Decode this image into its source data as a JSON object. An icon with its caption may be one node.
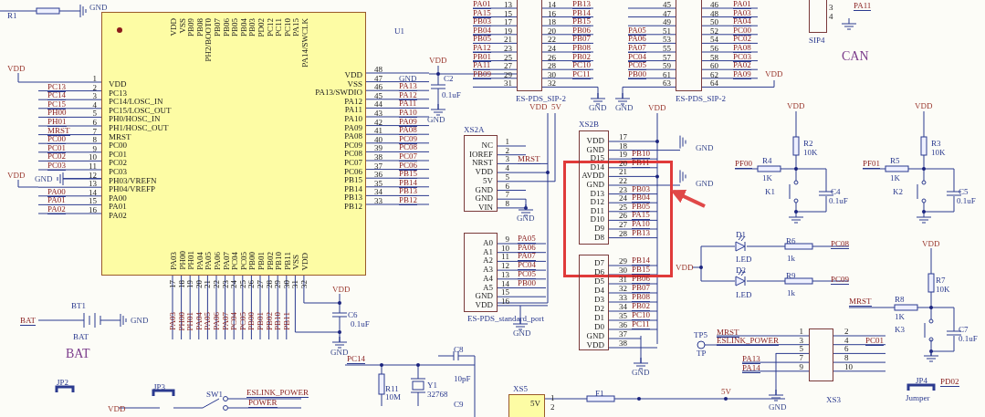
{
  "diagram": {
    "nodes": [
      {
        "text": [
          "VDD",
          "VSS",
          "PB09",
          "PB08",
          "PH2/BOOT0",
          "PB07",
          "PB06",
          "PB05",
          "PB04",
          "PB03",
          "PD02",
          "PC12",
          "PC11",
          "PC10",
          "PA15",
          "PA14/SWCLK",
          "VDD",
          "PC13",
          "PC14/LOSC_IN",
          "PC15/LOSC_OUT",
          "PH0/HOSC_IN",
          "PH1/HOSC_OUT",
          "MRST",
          "PC00",
          "PC01",
          "PC02",
          "PC03",
          "PH03/VREFN",
          "PH04/VREFP",
          "PA00",
          "PA01",
          "PA02",
          "VDD",
          "VSS",
          "PA13/SWDIO",
          "PA12",
          "PA11",
          "PA10",
          "PA09",
          "PA08",
          "PC09",
          "PC08",
          "PC07",
          "PC06",
          "PB15",
          "PB14",
          "PB13",
          "PB12",
          "PA03",
          "PH00",
          "PH01",
          "PA04",
          "PA05",
          "PA06",
          "PA07",
          "PC04",
          "PC05",
          "PB00",
          "PB01",
          "PB02",
          "PB10",
          "PB11",
          "VSS",
          "VDD"
        ]
      },
      {
        "text": [],
        "shape": "box"
      },
      {
        "text": [],
        "shape": "box"
      },
      {
        "text": [
          "NC",
          "IOREF",
          "NRST",
          "VDD",
          "5V",
          "GND",
          "GND",
          "VIN"
        ]
      },
      {
        "text": [
          "A0",
          "A1",
          "A2",
          "A3",
          "A4",
          "A5",
          "GND",
          "VDD"
        ]
      },
      {
        "text": [
          "VDD",
          "GND",
          "D15",
          "D14",
          "AVDD",
          "GND",
          "D13",
          "D12",
          "D11",
          "D10",
          "D9",
          "D8"
        ]
      },
      {
        "text": [
          "D7",
          "D6",
          "D5",
          "D4",
          "D3",
          "D2",
          "D1",
          "D0",
          "GND",
          "VDD"
        ]
      },
      {
        "text": [],
        "shape": "box"
      },
      {
        "text": [],
        "shape": "box"
      },
      {
        "text": [],
        "shape": "box"
      },
      {
        "text": [
          "5V"
        ]
      }
    ],
    "edges": [
      {
        "from": null,
        "to": 7,
        "arrow": "to"
      }
    ],
    "labels": [
      "R1",
      "GND",
      "U1",
      "VDD",
      "1",
      "2",
      "3",
      "4",
      "5",
      "6",
      "7",
      "8",
      "9",
      "10",
      "11",
      "12",
      "13",
      "14",
      "15",
      "16",
      "PC13",
      "PC14",
      "PC15",
      "PH00",
      "PH01",
      "MRST",
      "PC00",
      "PC01",
      "PC02",
      "PC03",
      "VDD",
      "GND",
      "PA00",
      "PA01",
      "PA02",
      "48",
      "47",
      "46",
      "45",
      "44",
      "43",
      "42",
      "41",
      "40",
      "39",
      "38",
      "37",
      "36",
      "35",
      "34",
      "33",
      "GND",
      "PA13",
      "PA12",
      "PA11",
      "PA10",
      "PA09",
      "PA08",
      "PC09",
      "PC08",
      "PC07",
      "PC06",
      "PB15",
      "PB14",
      "PB13",
      "PB12",
      "17",
      "18",
      "19",
      "20",
      "21",
      "22",
      "23",
      "24",
      "25",
      "26",
      "27",
      "28",
      "29",
      "30",
      "31",
      "32",
      "PA03",
      "PH00",
      "PH01",
      "PA04",
      "PA05",
      "PA06",
      "PA07",
      "PC04",
      "PC05",
      "PB00",
      "PB01",
      "PB02",
      "PB10",
      "PB11",
      "VDD",
      "C6",
      "0.1uF",
      "GND",
      "BT1",
      "BAT",
      "BAT",
      "GND",
      "BAT",
      "JP2",
      "JP3",
      "SW1",
      "ESLINK_POWER",
      "POWER",
      "VDD",
      "PC14",
      "R11",
      "10M",
      "Y1",
      "32768",
      "C8",
      "10pF",
      "C9",
      "PA01",
      "PA15",
      "PB03",
      "PB04",
      "PB05",
      "PA12",
      "PB01",
      "PA11",
      "PB09",
      "13",
      "15",
      "17",
      "19",
      "21",
      "23",
      "25",
      "27",
      "29",
      "31",
      "14",
      "16",
      "18",
      "20",
      "22",
      "24",
      "26",
      "28",
      "30",
      "32",
      "PB13",
      "PB14",
      "PB15",
      "PB06",
      "PB07",
      "PB08",
      "PB02",
      "PC10",
      "PC11",
      "ES-PDS_SIP-2",
      "PA05",
      "PA06",
      "PA07",
      "PC04",
      "PC05",
      "PB00",
      "45",
      "47",
      "49",
      "51",
      "53",
      "55",
      "57",
      "59",
      "61",
      "63",
      "46",
      "48",
      "50",
      "52",
      "54",
      "56",
      "58",
      "60",
      "62",
      "64",
      "PA01",
      "PA03",
      "PA04",
      "PC00",
      "PC02",
      "PA08",
      "PC03",
      "PA02",
      "PA09",
      "ES-PDS_SIP-2",
      "VDD",
      "VDD",
      "C2",
      "0.1uF",
      "GND",
      "VDD",
      "5V",
      "GND",
      "GND",
      "VDD",
      "XS2A",
      "1",
      "2",
      "3",
      "4",
      "5",
      "6",
      "7",
      "8",
      "MRST",
      "GND",
      "9",
      "10",
      "11",
      "12",
      "13",
      "14",
      "15",
      "16",
      "PA05",
      "PA06",
      "PA07",
      "PC04",
      "PC05",
      "PB00",
      "ES-PDS_standard_port",
      "GND",
      "XS2B",
      "17",
      "18",
      "19",
      "20",
      "21",
      "22",
      "23",
      "24",
      "25",
      "26",
      "27",
      "28",
      "PB10",
      "PB11",
      "PB03",
      "PB04",
      "PB05",
      "PA15",
      "PA10",
      "PB13",
      "29",
      "30",
      "31",
      "32",
      "33",
      "34",
      "35",
      "36",
      "37",
      "38",
      "PB14",
      "PB15",
      "PB06",
      "PB07",
      "PB08",
      "PB02",
      "PC10",
      "PC11",
      "GND",
      "GND",
      "GND",
      "SIP4",
      "3",
      "4",
      "PA11",
      "CAN",
      "VDD",
      "R2",
      "10K",
      "PF00",
      "R4",
      "1K",
      "K1",
      "C4",
      "0.1uF",
      "VDD",
      "R3",
      "10K",
      "PF01",
      "R5",
      "1K",
      "K2",
      "C5",
      "0.1uF",
      "D1",
      "LED",
      "R6",
      "1k",
      "PC08",
      "D2",
      "LED",
      "R9",
      "1k",
      "PC09",
      "VDD",
      "VDD",
      "R7",
      "10K",
      "MRST",
      "R8",
      "1K",
      "K3",
      "C7",
      "0.1uF",
      "1",
      "3",
      "5",
      "7",
      "9",
      "2",
      "4",
      "6",
      "8",
      "10",
      "MRST",
      "ESLINK_POWER",
      "PA13",
      "PA14",
      "PC01",
      "TP5",
      "TP",
      "XS3",
      "GND",
      "JP4",
      "PD02",
      "Jumper",
      "XS5",
      "1",
      "2",
      "F1",
      "5V"
    ]
  }
}
